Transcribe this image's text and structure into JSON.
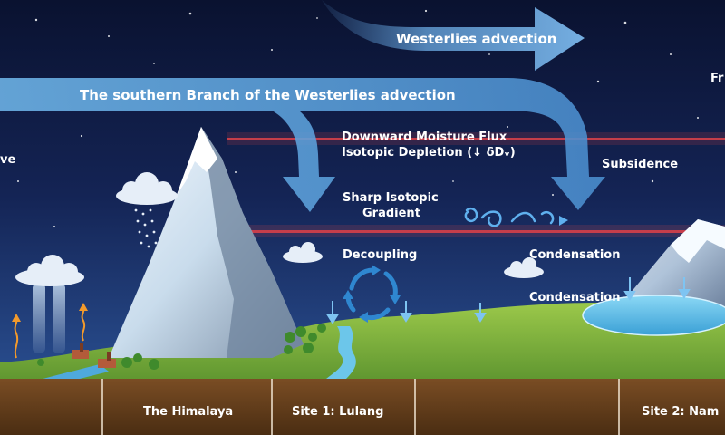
{
  "labels": {
    "westerlies": "Westerlies advection",
    "southern_branch": "The southern Branch of the Westerlies advection",
    "downward_flux": "Downward Moisture Flux",
    "isotopic_depletion": "Isotopic Depletion (↓ δDᵥ)",
    "subsidence": "Subsidence",
    "sharp_gradient_1": "Sharp Isotopic",
    "sharp_gradient_2": "Gradient",
    "decoupling": "Decoupling",
    "condensation_1": "Condensation",
    "condensation_2": "Condensation",
    "left_edge_partial": "ve",
    "right_edge_partial": "Fr"
  },
  "sites": {
    "himalaya": "The Himalaya",
    "site1": "Site 1: Lulang",
    "site2": "Site 2: Nam"
  },
  "colors": {
    "sky_top": "#0b1433",
    "sky_bottom": "#2a4b8f",
    "arrow_blue": "#5aa4dd",
    "red_line": "#d6404a",
    "ground_green": "#7bb13c",
    "soil": "#6b4420",
    "cycle_blue": "#2f87d0",
    "lake_blue": "#5bc2e8"
  }
}
